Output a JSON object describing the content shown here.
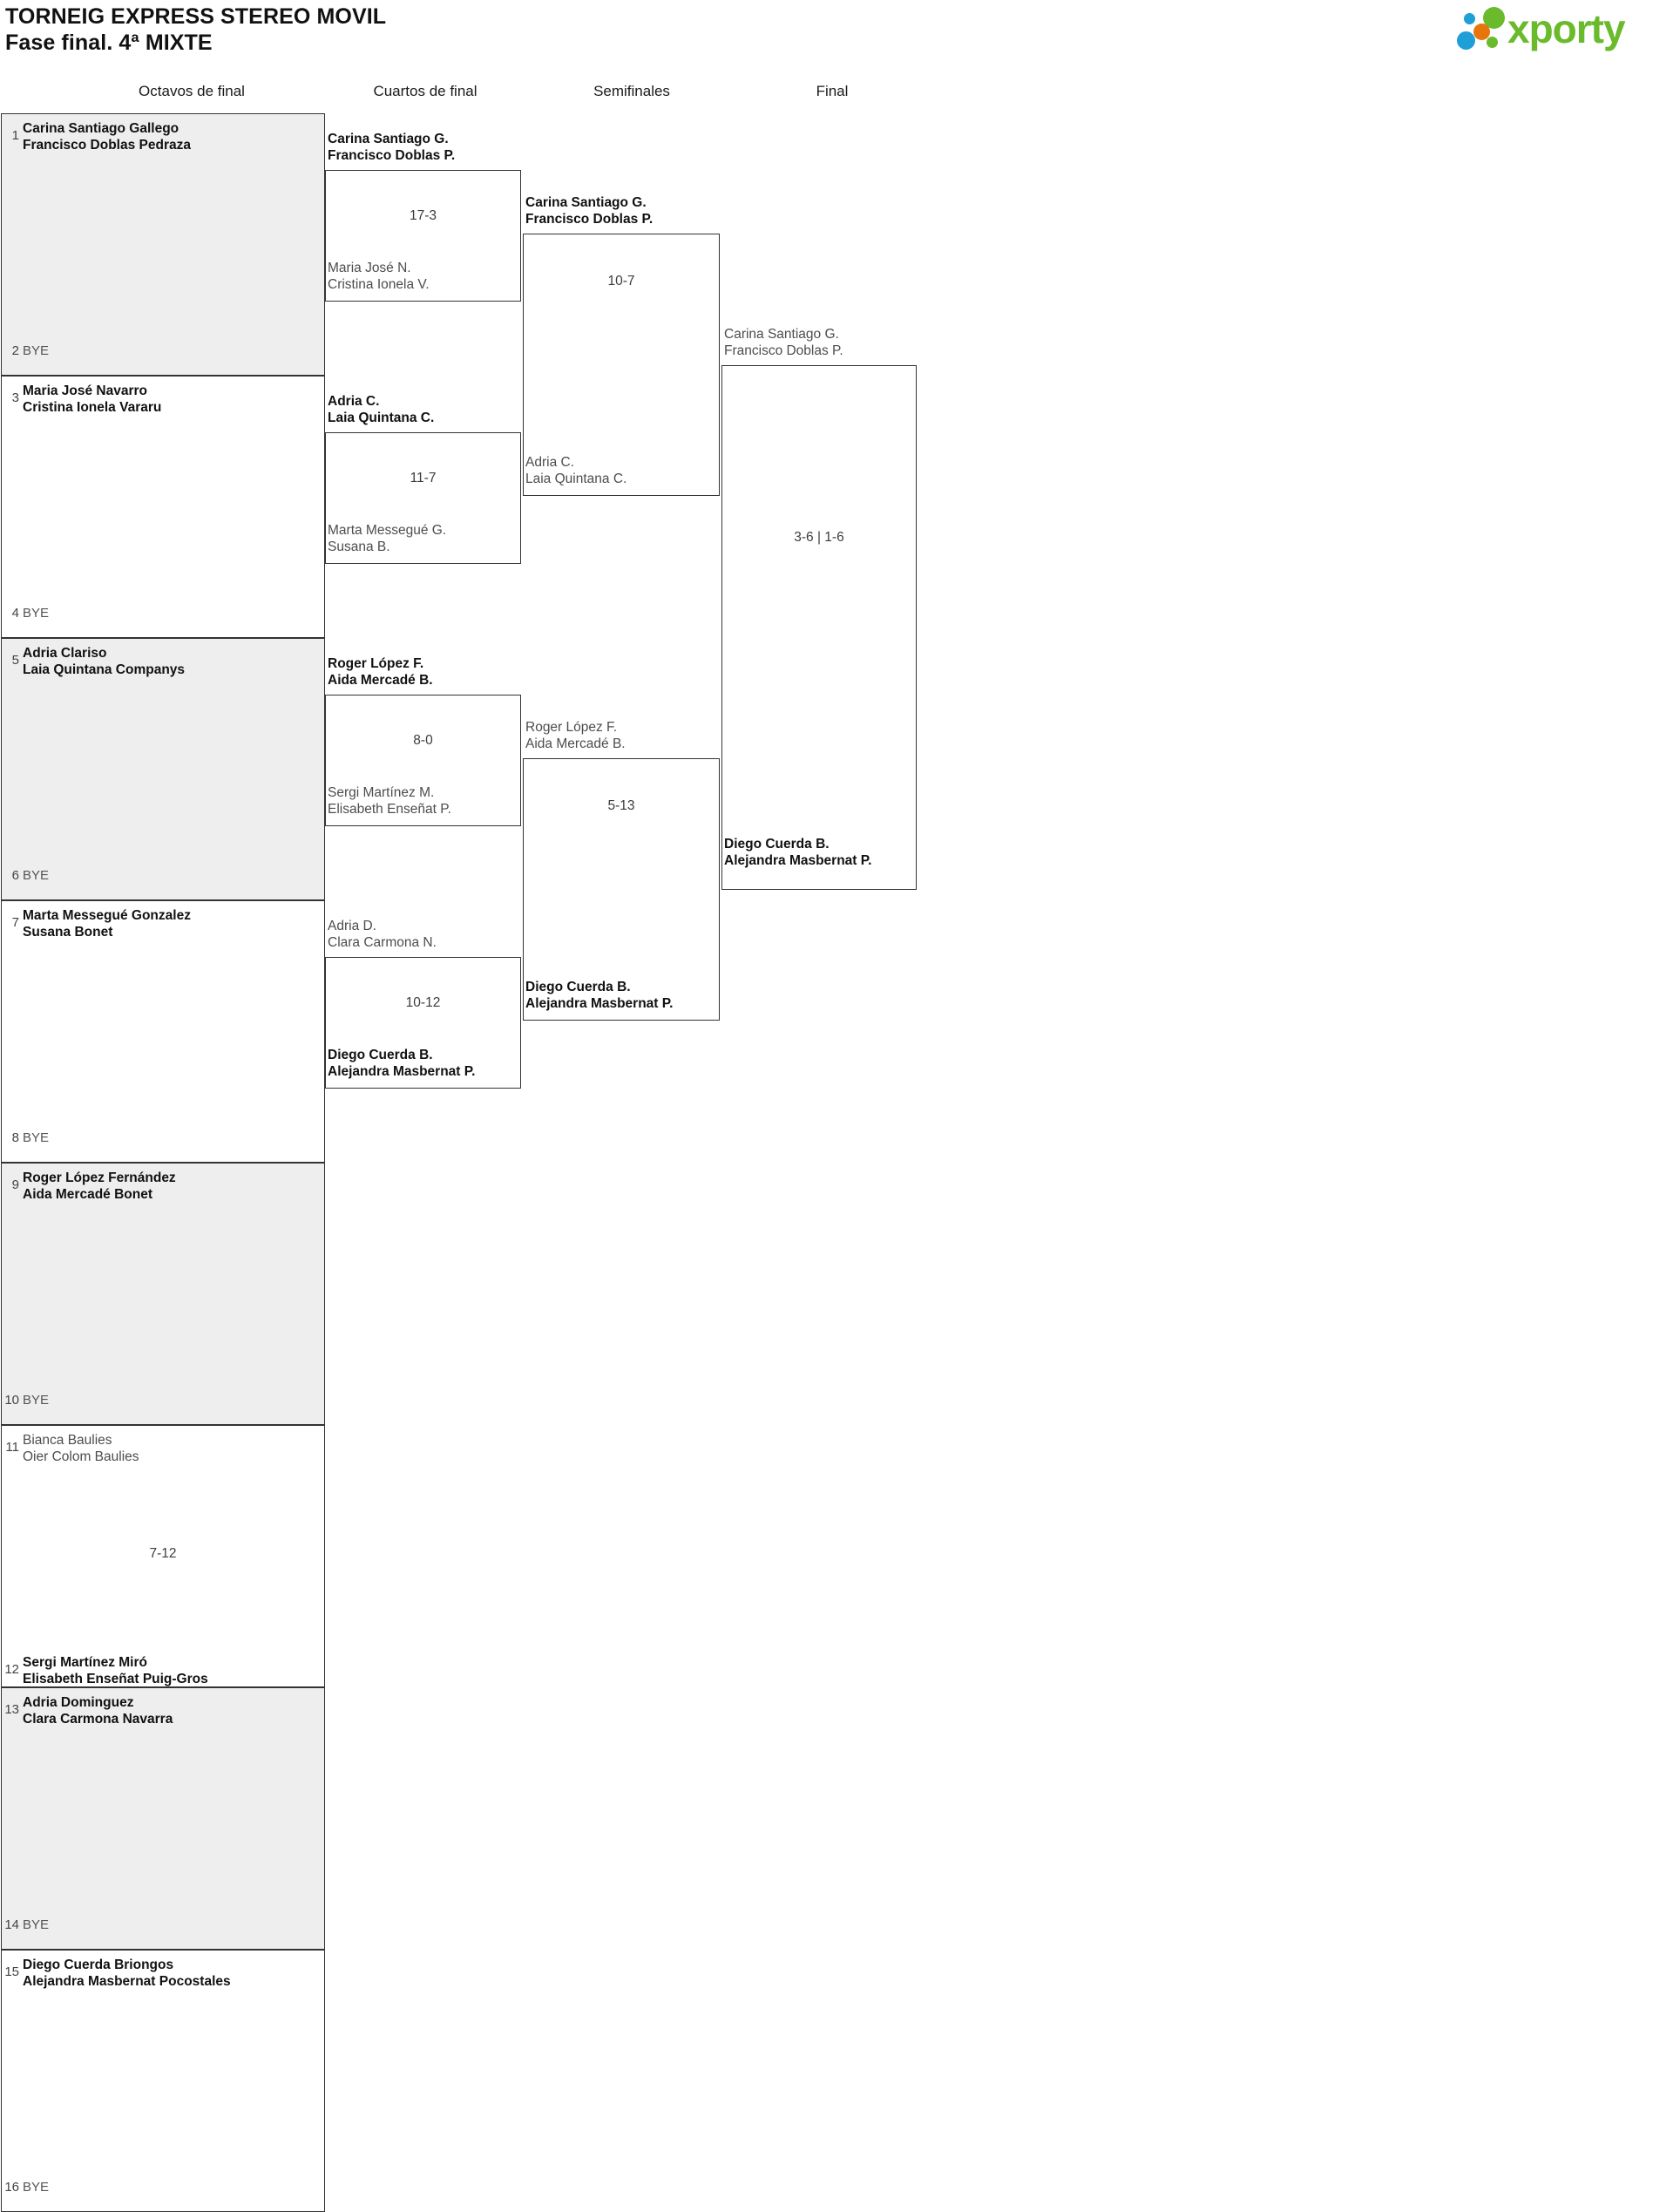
{
  "header": {
    "title_line1": "TORNEIG EXPRESS STEREO MOVIL",
    "title_line2": "Fase final. 4ª MIXTE",
    "logo_text": "xporty",
    "logo_colors": {
      "green": "#6aba2c",
      "blue": "#1f9fd8",
      "orange": "#e8740c"
    }
  },
  "rounds": [
    {
      "label": "Octavos de final"
    },
    {
      "label": "Cuartos de final"
    },
    {
      "label": "Semifinales"
    },
    {
      "label": "Final"
    }
  ],
  "bye_label": "BYE",
  "round16": {
    "matches": [
      {
        "score": "",
        "top": {
          "seed": "1",
          "lines": [
            "Carina Santiago Gallego",
            "Francisco Doblas Pedraza"
          ],
          "state": "win"
        },
        "bottom": {
          "seed": "2",
          "lines": [
            "BYE"
          ],
          "state": "bye"
        }
      },
      {
        "score": "",
        "top": {
          "seed": "3",
          "lines": [
            "Maria José Navarro",
            "Cristina Ionela Vararu"
          ],
          "state": "win"
        },
        "bottom": {
          "seed": "4",
          "lines": [
            "BYE"
          ],
          "state": "bye"
        }
      },
      {
        "score": "",
        "top": {
          "seed": "5",
          "lines": [
            "Adria Clariso",
            "Laia Quintana Companys"
          ],
          "state": "win"
        },
        "bottom": {
          "seed": "6",
          "lines": [
            "BYE"
          ],
          "state": "bye"
        }
      },
      {
        "score": "",
        "top": {
          "seed": "7",
          "lines": [
            "Marta Messegué Gonzalez",
            "Susana Bonet"
          ],
          "state": "win"
        },
        "bottom": {
          "seed": "8",
          "lines": [
            "BYE"
          ],
          "state": "bye"
        }
      },
      {
        "score": "",
        "top": {
          "seed": "9",
          "lines": [
            "Roger López Fernández",
            "Aida Mercadé Bonet"
          ],
          "state": "win"
        },
        "bottom": {
          "seed": "10",
          "lines": [
            "BYE"
          ],
          "state": "bye"
        }
      },
      {
        "score": "7-12",
        "top": {
          "seed": "11",
          "lines": [
            "Bianca Baulies",
            "Oier Colom Baulies"
          ],
          "state": "lose"
        },
        "bottom": {
          "seed": "12",
          "lines": [
            "Sergi Martínez Miró",
            "Elisabeth Enseñat Puig-Gros"
          ],
          "state": "win"
        }
      },
      {
        "score": "",
        "top": {
          "seed": "13",
          "lines": [
            "Adria Dominguez",
            "Clara Carmona Navarra"
          ],
          "state": "win"
        },
        "bottom": {
          "seed": "14",
          "lines": [
            "BYE"
          ],
          "state": "bye"
        }
      },
      {
        "score": "",
        "top": {
          "seed": "15",
          "lines": [
            "Diego Cuerda Briongos",
            "Alejandra Masbernat Pocostales"
          ],
          "state": "win"
        },
        "bottom": {
          "seed": "16",
          "lines": [
            "BYE"
          ],
          "state": "bye"
        }
      }
    ]
  },
  "quarterfinals": {
    "matches": [
      {
        "score": "17-3",
        "top": {
          "lines": [
            "Carina Santiago G.",
            "Francisco Doblas P."
          ],
          "state": "win"
        },
        "bottom": {
          "lines": [
            "Maria José N.",
            "Cristina Ionela V."
          ],
          "state": "lose"
        }
      },
      {
        "score": "11-7",
        "top": {
          "lines": [
            "Adria C.",
            "Laia Quintana C."
          ],
          "state": "win"
        },
        "bottom": {
          "lines": [
            "Marta Messegué G.",
            "Susana B."
          ],
          "state": "lose"
        }
      },
      {
        "score": "8-0",
        "top": {
          "lines": [
            "Roger López F.",
            "Aida Mercadé B."
          ],
          "state": "win"
        },
        "bottom": {
          "lines": [
            "Sergi Martínez M.",
            "Elisabeth Enseñat P."
          ],
          "state": "lose"
        }
      },
      {
        "score": "10-12",
        "top": {
          "lines": [
            "Adria D.",
            "Clara Carmona N."
          ],
          "state": "lose"
        },
        "bottom": {
          "lines": [
            "Diego Cuerda B.",
            "Alejandra Masbernat P."
          ],
          "state": "win"
        }
      }
    ]
  },
  "semifinals": {
    "matches": [
      {
        "score": "10-7",
        "top": {
          "lines": [
            "Carina Santiago G.",
            "Francisco Doblas P."
          ],
          "state": "win"
        },
        "bottom": {
          "lines": [
            "Adria C.",
            "Laia Quintana C."
          ],
          "state": "lose"
        }
      },
      {
        "score": "5-13",
        "top": {
          "lines": [
            "Roger López F.",
            "Aida Mercadé B."
          ],
          "state": "lose"
        },
        "bottom": {
          "lines": [
            "Diego Cuerda B.",
            "Alejandra Masbernat P."
          ],
          "state": "win"
        }
      }
    ]
  },
  "final": {
    "matches": [
      {
        "score": "3-6 | 1-6",
        "top": {
          "lines": [
            "Carina Santiago G.",
            "Francisco Doblas P."
          ],
          "state": "lose"
        },
        "bottom": {
          "lines": [
            "Diego Cuerda B.",
            "Alejandra Masbernat P."
          ],
          "state": "win"
        }
      }
    ]
  }
}
